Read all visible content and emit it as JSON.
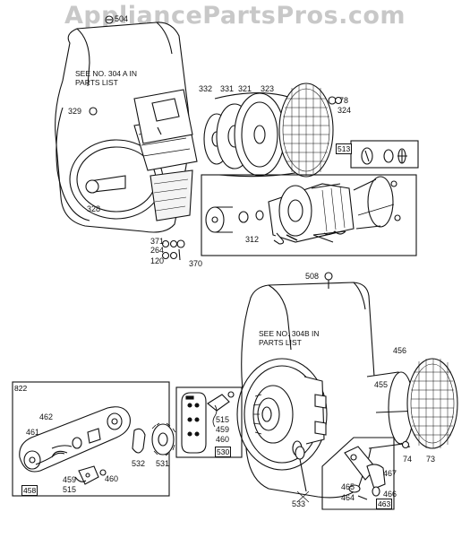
{
  "watermark": "AppliancePartsPros.com",
  "notes": {
    "upper": "SEE NO. 304 A IN PARTS LIST",
    "lower": "SEE NO. 304B IN PARTS LIST"
  },
  "box_labels": {
    "b513": "513",
    "b822": "822",
    "b458": "458",
    "b530": "530",
    "b463": "463"
  },
  "part_labels": {
    "p504": "504",
    "p329": "329",
    "p332": "332",
    "p331": "331",
    "p321": "321",
    "p323": "323",
    "p78": "78",
    "p324": "324",
    "p328": "328",
    "p371": "371",
    "p264": "264",
    "p120": "120",
    "p370": "370",
    "p312": "312",
    "p508": "508",
    "p456": "456",
    "p455": "455",
    "p462": "462",
    "p461": "461",
    "p459a": "459",
    "p515a": "515",
    "p460a": "460",
    "p532": "532",
    "p531": "531",
    "p515b": "515",
    "p459b": "459",
    "p460b": "460",
    "p74": "74",
    "p73": "73",
    "p467": "467",
    "p465": "465",
    "p466": "466",
    "p464": "464",
    "p533": "533"
  }
}
